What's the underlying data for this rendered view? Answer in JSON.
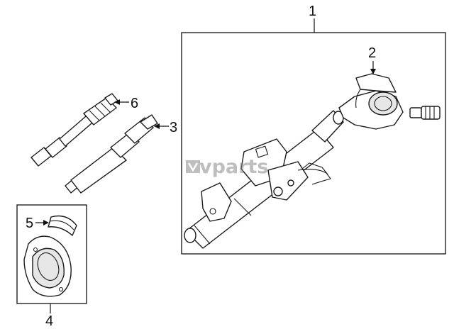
{
  "watermark": {
    "text": "vparts"
  },
  "callouts": [
    {
      "id": "1",
      "label": "1"
    },
    {
      "id": "2",
      "label": "2"
    },
    {
      "id": "3",
      "label": "3"
    },
    {
      "id": "4",
      "label": "4"
    },
    {
      "id": "5",
      "label": "5"
    },
    {
      "id": "6",
      "label": "6"
    }
  ]
}
